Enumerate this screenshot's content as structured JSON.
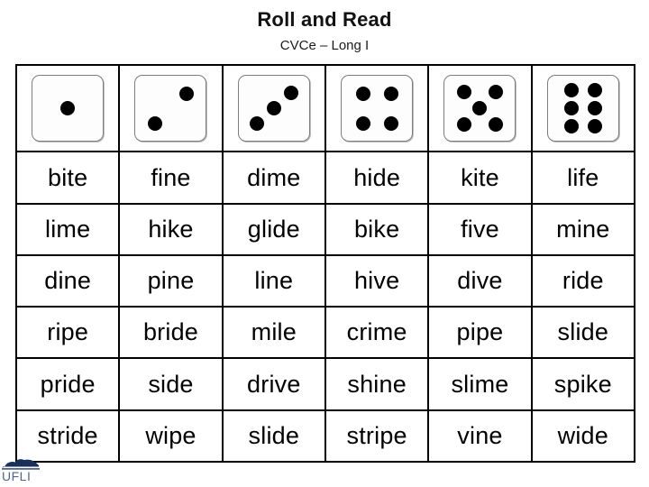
{
  "header": {
    "title": "Roll and Read",
    "subtitle": "CVCe – Long I"
  },
  "dice": {
    "values": [
      1,
      2,
      3,
      4,
      5,
      6
    ],
    "icon_names": [
      "die-face-1",
      "die-face-2",
      "die-face-3",
      "die-face-4",
      "die-face-5",
      "die-face-6"
    ]
  },
  "grid": {
    "rows": [
      [
        "bite",
        "fine",
        "dime",
        "hide",
        "kite",
        "life"
      ],
      [
        "lime",
        "hike",
        "glide",
        "bike",
        "five",
        "mine"
      ],
      [
        "dine",
        "pine",
        "line",
        "hive",
        "dive",
        "ride"
      ],
      [
        "ripe",
        "bride",
        "mile",
        "crime",
        "pipe",
        "slide"
      ],
      [
        "pride",
        "side",
        "drive",
        "shine",
        "slime",
        "spike"
      ],
      [
        "stride",
        "wipe",
        "slide",
        "stripe",
        "vine",
        "wide"
      ]
    ]
  },
  "logo": {
    "text": "UFLI",
    "text_color": "#4f6690",
    "swoosh_color": "#17305e"
  },
  "colors": {
    "background": "#ffffff",
    "table_border": "#000000",
    "die_fill": "#fdfdfd",
    "die_border": "#7d7d7d",
    "pip": "#000000",
    "text": "#000000"
  }
}
